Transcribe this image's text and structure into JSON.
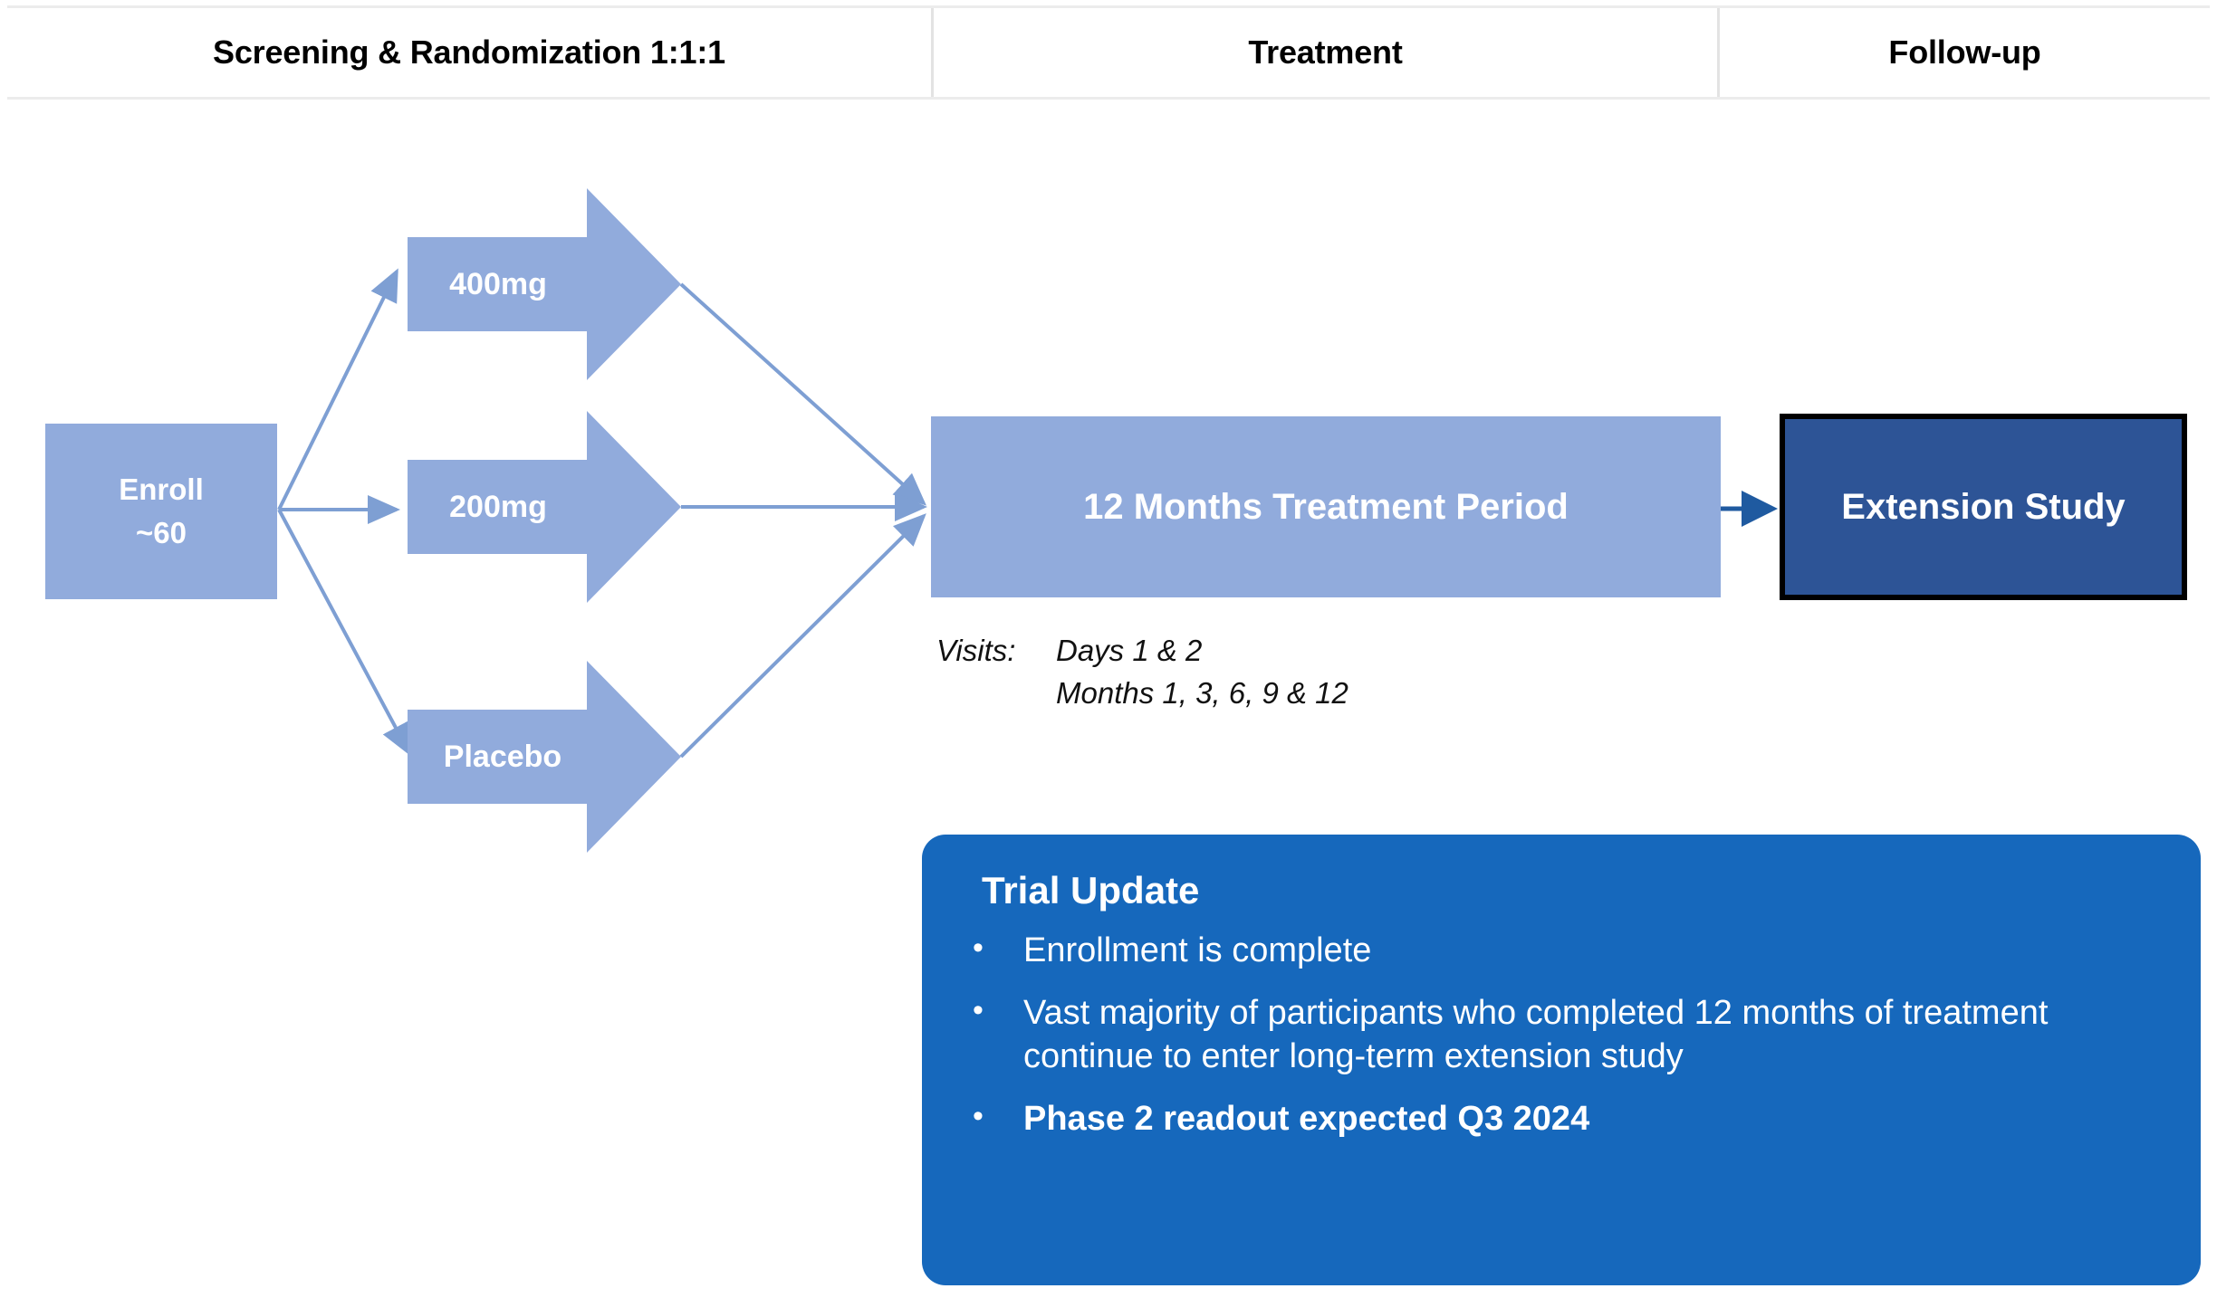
{
  "phases": [
    {
      "label": "Screening & Randomization 1:1:1"
    },
    {
      "label": "Treatment"
    },
    {
      "label": "Follow-up"
    }
  ],
  "diagram": {
    "enroll": {
      "line1": "Enroll",
      "line2": "~60"
    },
    "arms": [
      {
        "label": "400mg"
      },
      {
        "label": "200mg"
      },
      {
        "label": "Placebo"
      }
    ],
    "treatment_box": {
      "label": "12 Months Treatment Period"
    },
    "extension_box": {
      "label": "Extension Study"
    },
    "visits": {
      "label": "Visits:",
      "lines": [
        "Days 1 & 2",
        "Months 1, 3, 6, 9 & 12"
      ]
    }
  },
  "callout": {
    "title": "Trial Update",
    "bullet_marker": "•",
    "bullets": [
      {
        "text": "Enrollment is complete",
        "bold": false
      },
      {
        "text": "Vast majority of participants who completed 12 months of treatment continue to enter long-term extension study",
        "bold": false
      },
      {
        "text": "Phase 2 readout expected Q3 2024",
        "bold": true
      }
    ]
  },
  "colors": {
    "light_blue": "#91ABDC",
    "dark_blue": "#2D5496",
    "callout_blue": "#1668BC",
    "connector_blue": "#7E9FD3",
    "extension_arrow_blue": "#1F5AA0",
    "header_divider": "#E3E3E3",
    "text_dark": "#000000",
    "text_light": "#FFFFFF"
  }
}
